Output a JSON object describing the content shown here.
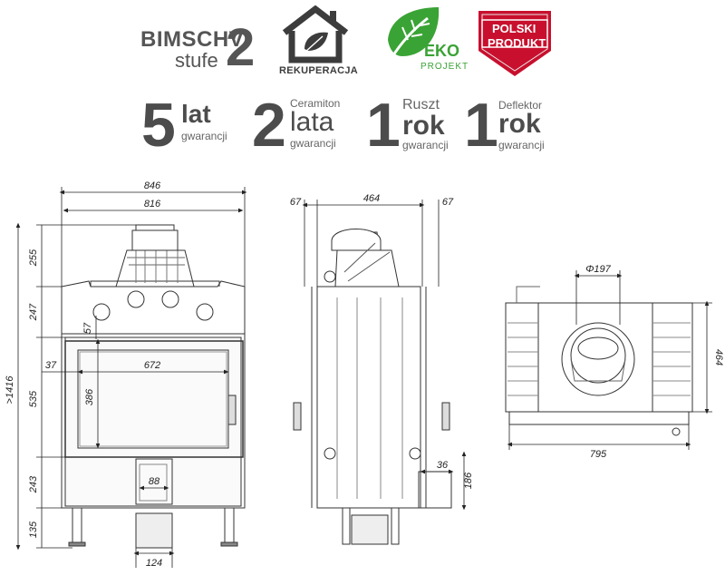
{
  "badges": {
    "bimschv": {
      "title": "BIMSCHV",
      "sub": "stufe",
      "num": "2"
    },
    "rekuperacja": {
      "label": "REKUPERACJA"
    },
    "eko": {
      "label": "EKO",
      "sub": "PROJEKT"
    },
    "polski": {
      "line1": "POLSKI",
      "line2": "PRODUKT"
    }
  },
  "warranties": [
    {
      "num": "5",
      "word": "lat",
      "top": "",
      "sub": "gwarancji"
    },
    {
      "num": "2",
      "word": "lata",
      "top": "Ceramiton",
      "sub": "gwarancji"
    },
    {
      "num": "1",
      "word": "rok",
      "top": "Ruszt",
      "sub": "gwarancji"
    },
    {
      "num": "1",
      "word": "rok",
      "top": "Deflektor",
      "sub": "gwarancji"
    }
  ],
  "dims": {
    "front_total_width": "846",
    "front_inner_width": "816",
    "front_total_height": ">1416",
    "front_h1": "255",
    "front_h2": "247",
    "front_h3": "535",
    "front_h4": "243",
    "front_h5": "135",
    "front_57": "57",
    "front_37": "37",
    "front_glass_w": "672",
    "front_glass_h": "386",
    "front_88": "88",
    "front_124": "124",
    "side_left": "67",
    "side_mid": "464",
    "side_right": "67",
    "side_36": "36",
    "side_186": "186",
    "top_diam": "Φ197",
    "top_width": "795",
    "top_depth": "464"
  },
  "colors": {
    "brand_green": "#3aa335",
    "brand_red": "#c8102e",
    "text": "#4c4c4c"
  }
}
